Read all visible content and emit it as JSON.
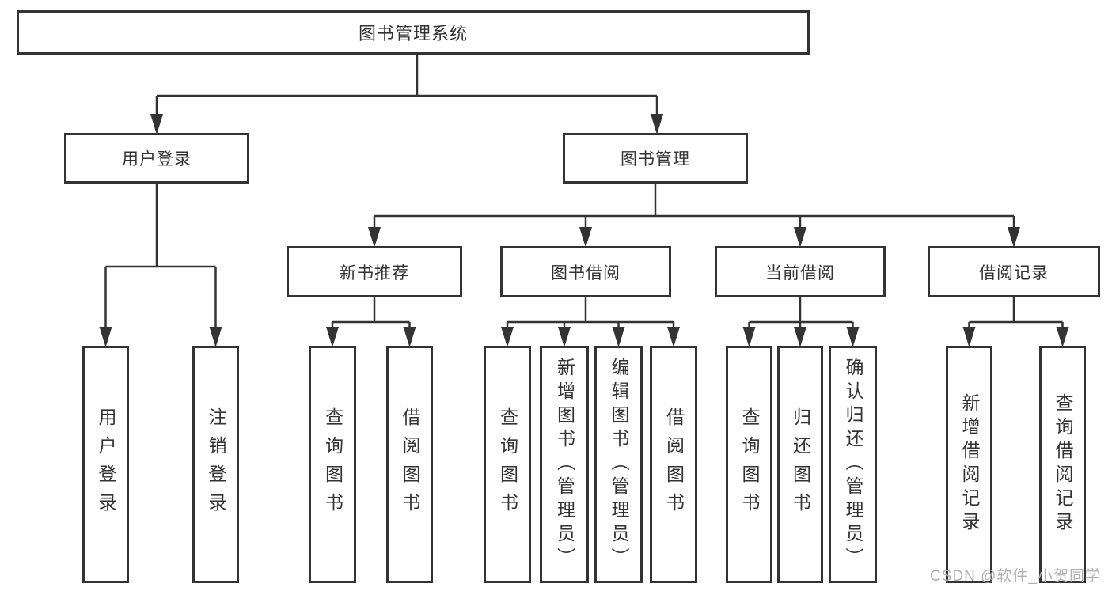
{
  "nodes": {
    "root": {
      "label": "图书管理系统"
    },
    "level2": [
      {
        "label": "用户登录"
      },
      {
        "label": "图书管理"
      }
    ],
    "level3": [
      {
        "label": "新书推荐",
        "parent": "图书管理"
      },
      {
        "label": "图书借阅",
        "parent": "图书管理"
      },
      {
        "label": "当前借阅",
        "parent": "图书管理"
      },
      {
        "label": "借阅记录",
        "parent": "图书管理"
      }
    ],
    "leaves": [
      {
        "label": "用户登录",
        "parent": "用户登录"
      },
      {
        "label": "注销登录",
        "parent": "用户登录"
      },
      {
        "label": "查询图书",
        "parent": "新书推荐"
      },
      {
        "label": "借阅图书",
        "parent": "新书推荐"
      },
      {
        "label": "查询图书",
        "parent": "图书借阅"
      },
      {
        "label": "新增图书（管理员）",
        "parent": "图书借阅"
      },
      {
        "label": "编辑图书（管理员）",
        "parent": "图书借阅"
      },
      {
        "label": "借阅图书",
        "parent": "图书借阅"
      },
      {
        "label": "查询图书",
        "parent": "当前借阅"
      },
      {
        "label": "归还图书",
        "parent": "当前借阅"
      },
      {
        "label": "确认归还（管理员）",
        "parent": "当前借阅"
      },
      {
        "label": "新增借阅记录",
        "parent": "借阅记录"
      },
      {
        "label": "查询借阅记录",
        "parent": "借阅记录"
      }
    ]
  },
  "watermark": {
    "text": "CSDN @软件_小贺同学"
  },
  "colors": {
    "line": "#333333",
    "box-bg": "#ffffff",
    "text": "#333333",
    "watermark": "#b0b0b0",
    "background": "#ffffff"
  }
}
